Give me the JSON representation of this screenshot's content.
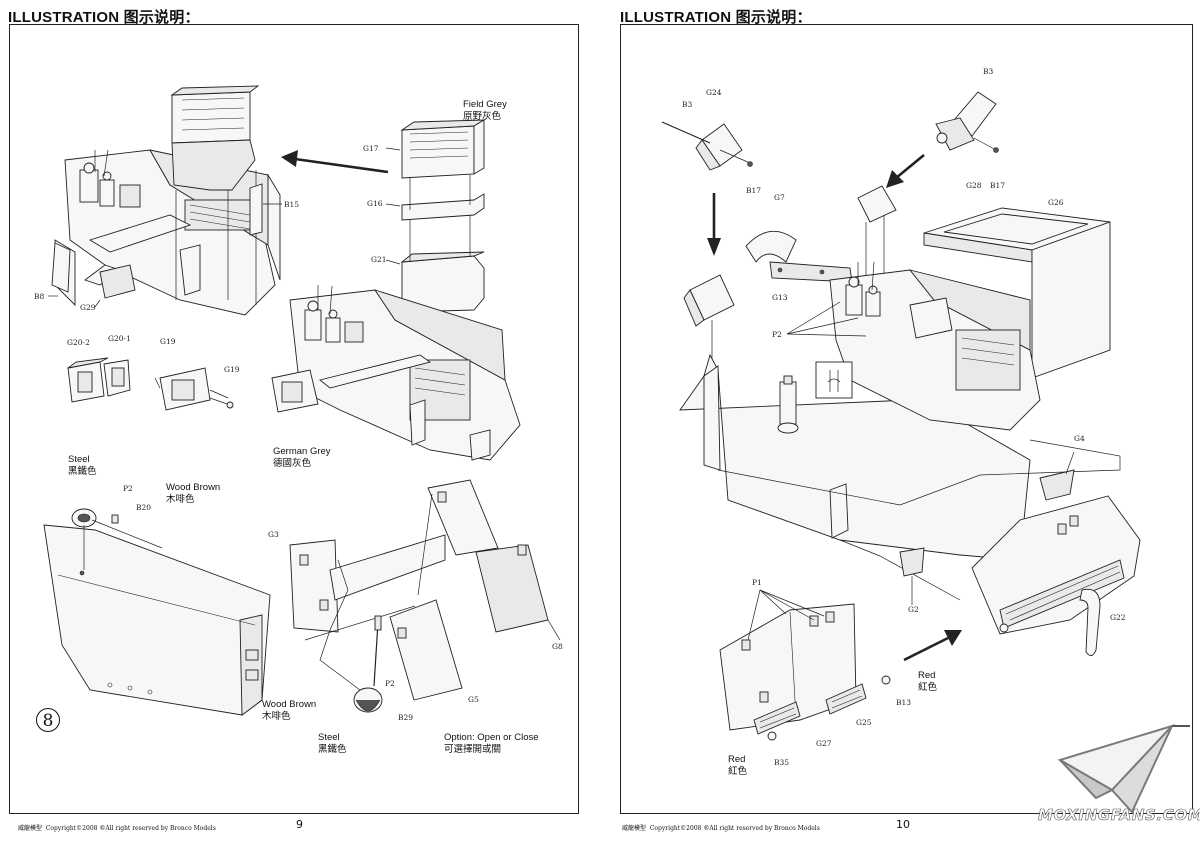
{
  "heading": "ILLUSTRATION 图示说明：",
  "step_number": "8",
  "footer": {
    "brand": "威龍模型",
    "copyright": "Copyright©2008 ®All right reserved by Bronco Models"
  },
  "page_left": "9",
  "page_right": "10",
  "watermark": "MOXINGFANS.COM",
  "left_page": {
    "colors": {
      "field_grey_en": "Field Grey",
      "field_grey_zh": "原野灰色",
      "german_grey_en": "German Grey",
      "german_grey_zh": "德國灰色",
      "steel1_en": "Steel",
      "steel1_zh": "黑鐵色",
      "wood1_en": "Wood Brown",
      "wood1_zh": "木啡色",
      "wood2_en": "Wood Brown",
      "wood2_zh": "木啡色",
      "steel2_en": "Steel",
      "steel2_zh": "黑鐵色",
      "option_en": "Option: Open or Close",
      "option_zh": "可選擇開或關"
    },
    "parts": {
      "g17": "G17",
      "g16": "G16",
      "g21": "G21",
      "b15": "B15",
      "b8": "B8",
      "g29": "G29",
      "g20_2": "G20-2",
      "g20_1": "G20-1",
      "g19a": "G19",
      "g19b": "G19",
      "p2a": "P2",
      "b20": "B20",
      "g3": "G3",
      "g8": "G8",
      "g5": "G5",
      "p2b": "P2",
      "b29": "B29"
    }
  },
  "right_page": {
    "colors": {
      "red1_en": "Red",
      "red1_zh": "紅色",
      "red2_en": "Red",
      "red2_zh": "紅色"
    },
    "parts": {
      "b3a": "B3",
      "g24": "G24",
      "b17a": "B17",
      "b3b": "B3",
      "g28": "G28",
      "b17b": "B17",
      "g7": "G7",
      "g26": "G26",
      "g13": "G13",
      "p2": "P2",
      "g4": "G4",
      "g2": "G2",
      "g22": "G22",
      "p1": "P1",
      "b13": "B13",
      "g25": "G25",
      "g27": "G27",
      "b35": "B35"
    }
  }
}
